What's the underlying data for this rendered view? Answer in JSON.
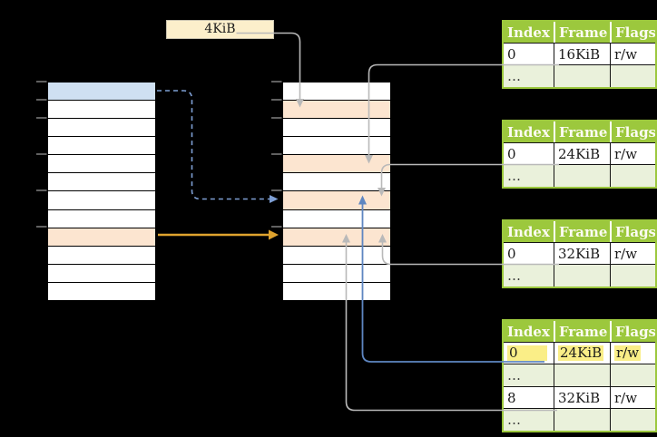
{
  "colors": {
    "header_green": "#9cc83d",
    "dots_row_green": "#eaf1db",
    "row_orange": "#fce5d0",
    "row_blue": "#cfe0f2",
    "label_cream": "#fcefcb",
    "highlight_yellow": "#faee87",
    "connector_gray": "#b9b9b9",
    "connector_blue": "#5e86c1",
    "connector_blue_dashed": "#7e9fd4",
    "connector_orange": "#dfa32e",
    "tick_gray": "#8a8a8a"
  },
  "size_label": {
    "text": "4KiB"
  },
  "memory": {
    "left": {
      "rows": [
        "blue",
        "white",
        "white",
        "white",
        "white",
        "white",
        "white",
        "white",
        "orange",
        "white",
        "white",
        "white"
      ]
    },
    "middle": {
      "rows": [
        "white",
        "orange",
        "white",
        "white",
        "orange",
        "white",
        "orange",
        "white",
        "orange",
        "white",
        "white",
        "white"
      ]
    }
  },
  "page_tables": [
    {
      "name": "page-table-16kib",
      "headers": [
        "Index",
        "Frame",
        "Flags"
      ],
      "rows": [
        {
          "style": "data",
          "highlight": false,
          "cells": [
            "0",
            "16KiB",
            "r/w"
          ]
        },
        {
          "style": "dots",
          "highlight": false,
          "cells": [
            "…",
            "",
            ""
          ]
        }
      ]
    },
    {
      "name": "page-table-24kib",
      "headers": [
        "Index",
        "Frame",
        "Flags"
      ],
      "rows": [
        {
          "style": "data",
          "highlight": false,
          "cells": [
            "0",
            "24KiB",
            "r/w"
          ]
        },
        {
          "style": "dots",
          "highlight": false,
          "cells": [
            "…",
            "",
            ""
          ]
        }
      ]
    },
    {
      "name": "page-table-32kib",
      "headers": [
        "Index",
        "Frame",
        "Flags"
      ],
      "rows": [
        {
          "style": "data",
          "highlight": false,
          "cells": [
            "0",
            "32KiB",
            "r/w"
          ]
        },
        {
          "style": "dots",
          "highlight": false,
          "cells": [
            "…",
            "",
            ""
          ]
        }
      ]
    },
    {
      "name": "page-table-level1",
      "headers": [
        "Index",
        "Frame",
        "Flags"
      ],
      "rows": [
        {
          "style": "data",
          "highlight": true,
          "cells": [
            "0",
            "24KiB",
            "r/w"
          ]
        },
        {
          "style": "dots",
          "highlight": false,
          "cells": [
            "…",
            "",
            ""
          ]
        },
        {
          "style": "data",
          "highlight": false,
          "cells": [
            "8",
            "32KiB",
            "r/w"
          ]
        },
        {
          "style": "dots",
          "highlight": false,
          "cells": [
            "…",
            "",
            ""
          ]
        }
      ]
    }
  ]
}
